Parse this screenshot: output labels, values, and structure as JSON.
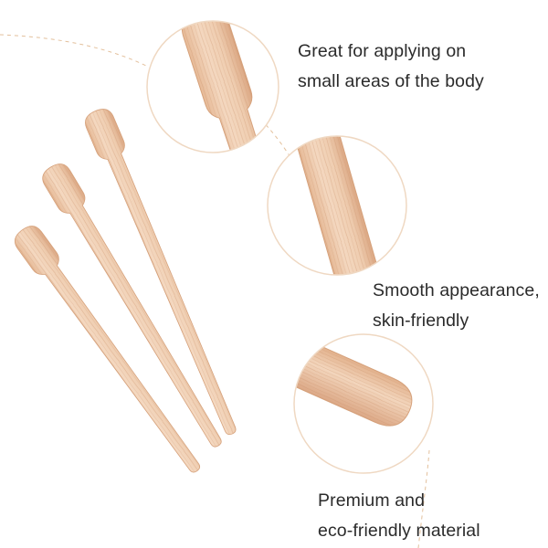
{
  "colors": {
    "background": "#ffffff",
    "circle_outline": "#efd8c2",
    "dashed_line": "#e3c09c",
    "wood_light": "#f3d6bd",
    "wood_mid": "#e8bf9c",
    "wood_dark": "#d9a47e",
    "text": "#2b2b2b"
  },
  "callouts": [
    {
      "zoom_subject": "spatula-tip",
      "lines": [
        "Great for applying on",
        "small areas of the body"
      ]
    },
    {
      "zoom_subject": "stick-shaft",
      "lines": [
        "Smooth appearance,",
        "skin-friendly"
      ]
    },
    {
      "zoom_subject": "rounded-end",
      "lines": [
        "Premium and",
        "eco-friendly material"
      ]
    }
  ],
  "sticks_count": 3
}
